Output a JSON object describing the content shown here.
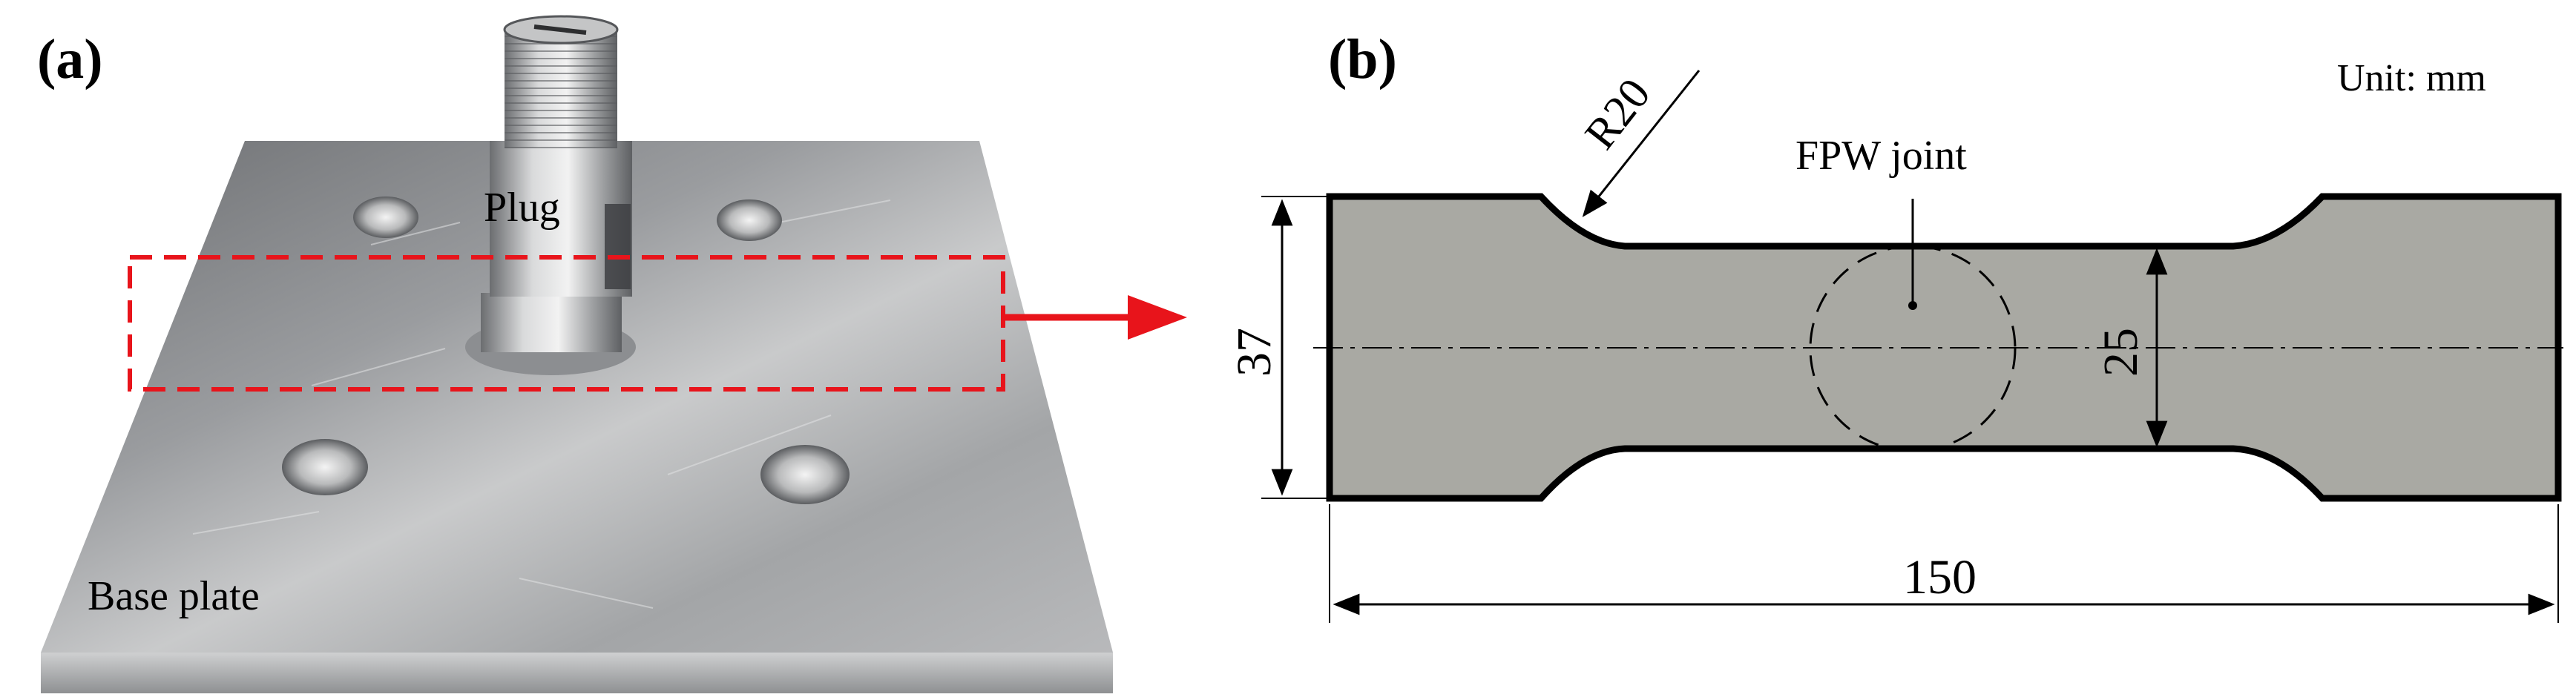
{
  "panel_a": {
    "label": "(a)",
    "plug_label": "Plug",
    "base_plate_label": "Base plate"
  },
  "panel_b": {
    "label": "(b)",
    "unit_label": "Unit: mm",
    "radius_label": "R20",
    "joint_label": "FPW joint",
    "height_outer": "37",
    "height_inner": "25",
    "length": "150"
  },
  "colors": {
    "specimen_fill": "#a9a9a3",
    "highlight_box": "#e8141b",
    "arrow": "#e8141b",
    "outline": "#000000"
  }
}
